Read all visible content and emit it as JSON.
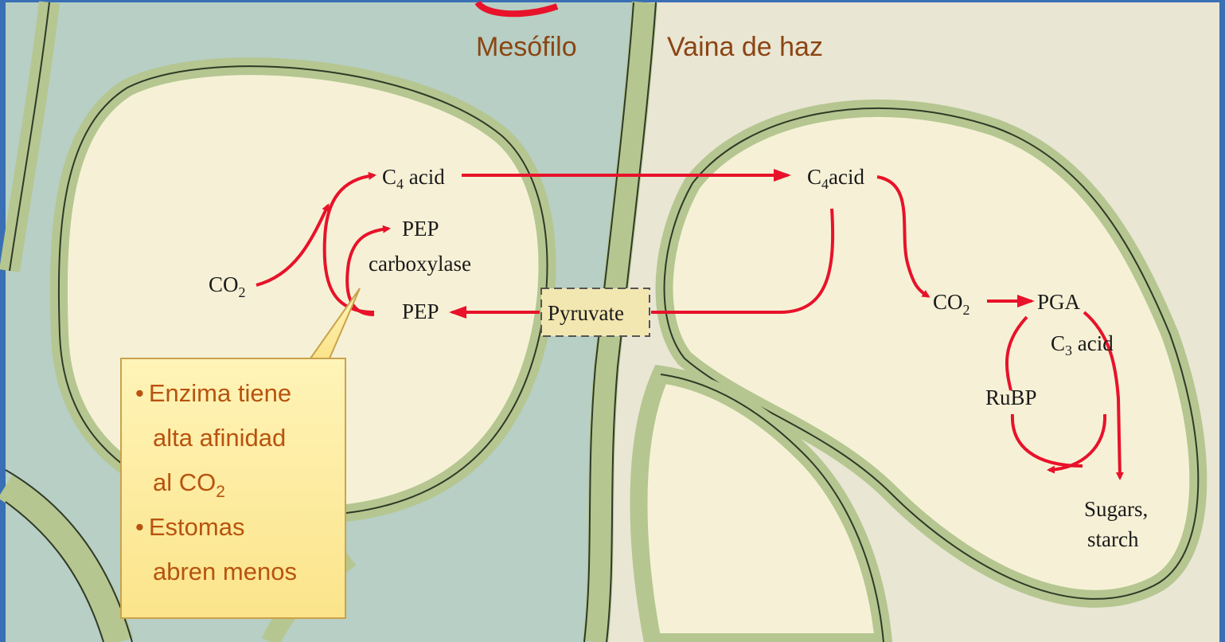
{
  "headers": {
    "mesophyll": "Mesófilo",
    "bundle_sheath": "Vaina de haz"
  },
  "mesophyll_cell": {
    "c4_acid": {
      "main": "C",
      "sub": "4",
      "rest": " acid"
    },
    "pep_top": "PEP",
    "carboxylase": "carboxylase",
    "pep_bottom": "PEP",
    "co2": {
      "main": "CO",
      "sub": "2"
    }
  },
  "transport": {
    "pyruvate": "Pyruvate"
  },
  "bundle_sheath_cell": {
    "c4_acid": {
      "main": "C",
      "sub": "4",
      "rest": "acid"
    },
    "co2": {
      "main": "CO",
      "sub": "2"
    },
    "pga": "PGA",
    "c3_acid": {
      "main": "C",
      "sub": "3",
      "rest": " acid"
    },
    "rubp": "RuBP",
    "sugars": "Sugars,",
    "starch": "starch"
  },
  "callout": {
    "bullet1_line1": "Enzima tiene",
    "bullet1_line2": "alta afinidad",
    "bullet1_line3": {
      "main": "al CO",
      "sub": "2"
    },
    "bullet2_line1": "Estomas",
    "bullet2_line2": "abren menos",
    "bullet_glyph": "•"
  },
  "colors": {
    "mesophyll_bg": "#b7cfc4",
    "bundle_sheath_bg": "#e9e6d4",
    "cell_wall": "#b5c690",
    "cell_wall_edge": "#2f3a28",
    "cytoplasm": "#f6f1d6",
    "arrow": "#e8122a",
    "heading": "#8b4513",
    "callout_text": "#b8530f",
    "callout_fill": "#fff0a8",
    "frame": "#3a6fb5"
  }
}
